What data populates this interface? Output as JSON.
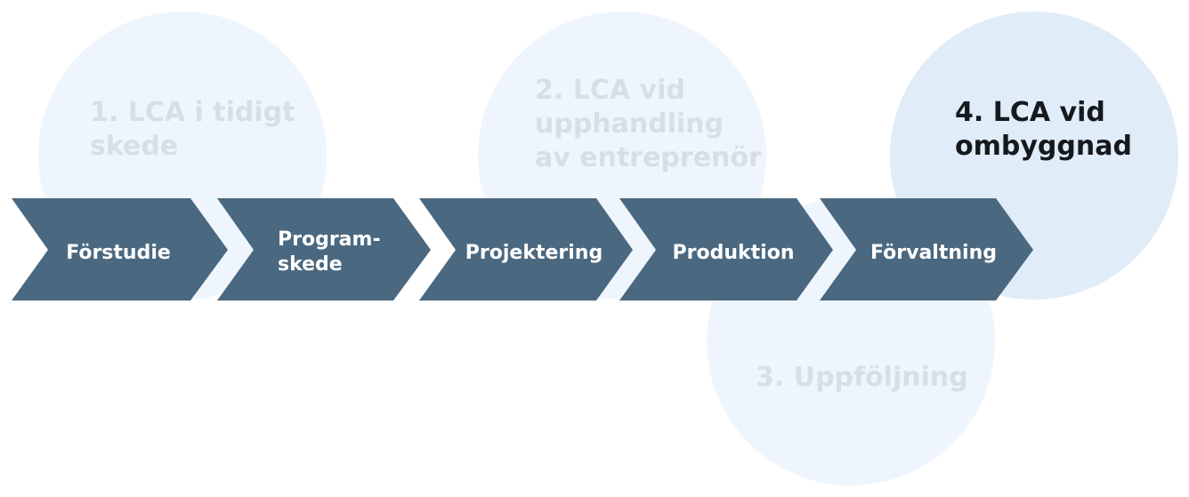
{
  "phases": [
    {
      "lines": [
        "1. LCA i tidigt",
        "skede"
      ],
      "active": false
    },
    {
      "lines": [
        "2. LCA vid",
        "upphandling",
        "av entreprenör"
      ],
      "active": false
    },
    {
      "lines": [
        "3. Uppföljning"
      ],
      "active": false
    },
    {
      "lines": [
        "4. LCA vid",
        "ombyggnad"
      ],
      "active": true
    }
  ],
  "stages": [
    {
      "lines": [
        "Förstudie"
      ]
    },
    {
      "lines": [
        "Program-",
        "skede"
      ]
    },
    {
      "lines": [
        "Projektering"
      ]
    },
    {
      "lines": [
        "Produktion"
      ]
    },
    {
      "lines": [
        "Förvaltning"
      ]
    }
  ],
  "colors": {
    "chevron": "#4a6880",
    "circle": "#eef5fd",
    "circle_active": "#e0ecf8",
    "text_muted": "#d8dee5",
    "text_active": "#15191d",
    "stage_text": "#ffffff"
  }
}
